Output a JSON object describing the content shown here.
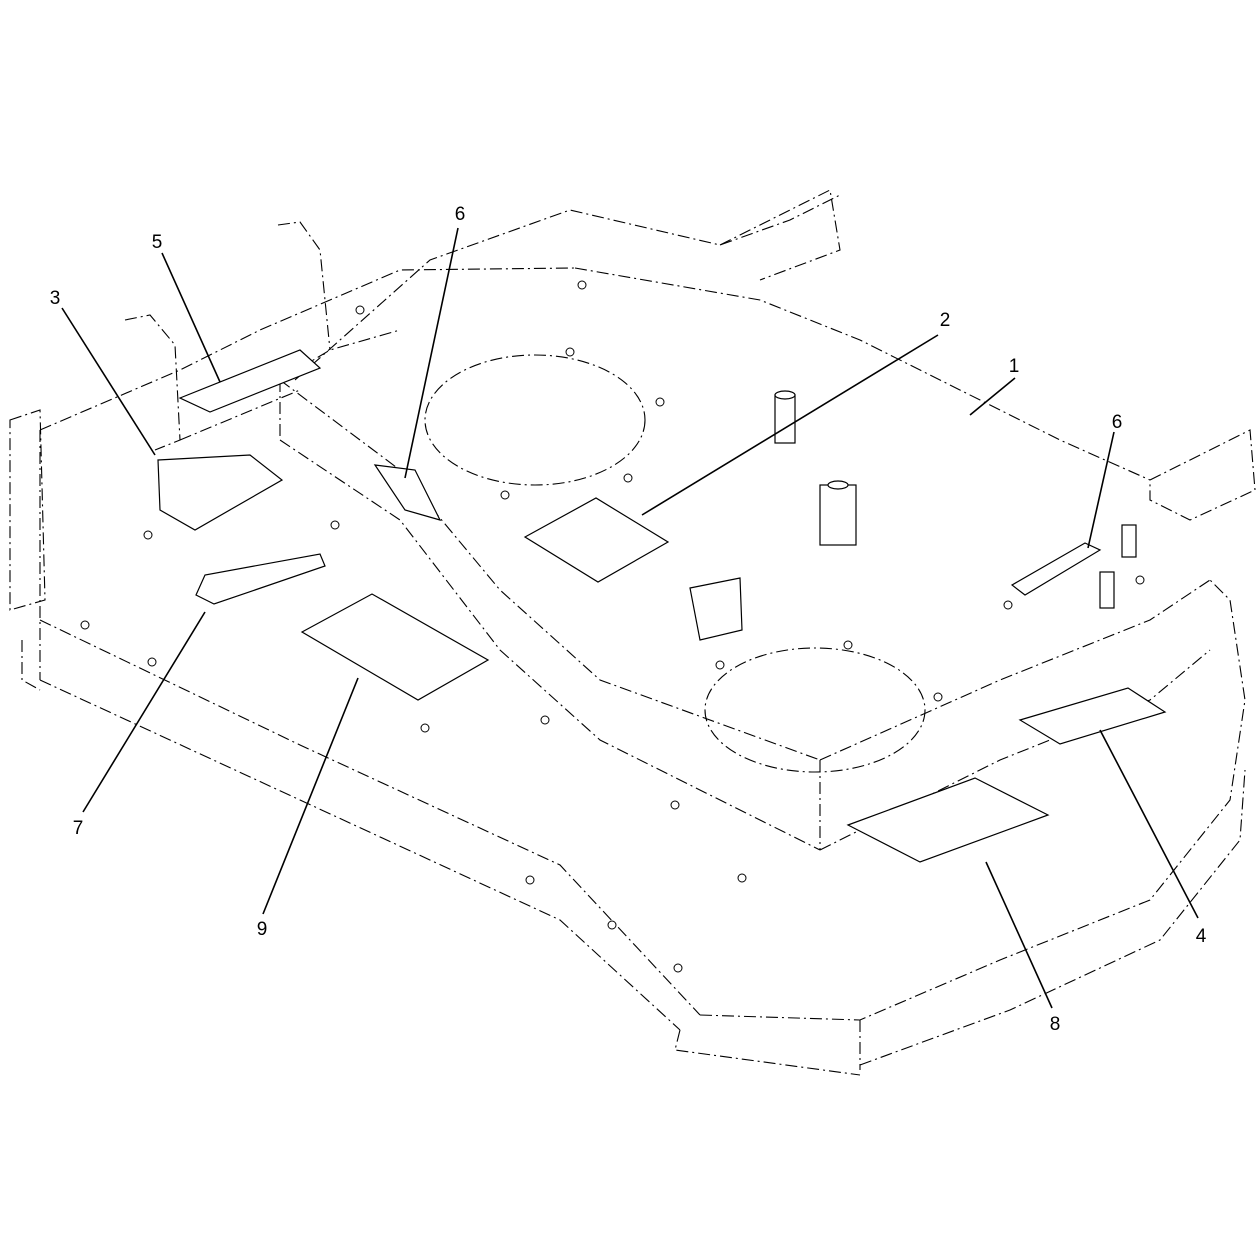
{
  "callouts": [
    {
      "id": "c1",
      "label": "1"
    },
    {
      "id": "c2",
      "label": "2"
    },
    {
      "id": "c3",
      "label": "3"
    },
    {
      "id": "c4",
      "label": "4"
    },
    {
      "id": "c5",
      "label": "5"
    },
    {
      "id": "c6a",
      "label": "6"
    },
    {
      "id": "c6b",
      "label": "6"
    },
    {
      "id": "c7",
      "label": "7"
    },
    {
      "id": "c8",
      "label": "8"
    },
    {
      "id": "c9",
      "label": "9"
    }
  ]
}
